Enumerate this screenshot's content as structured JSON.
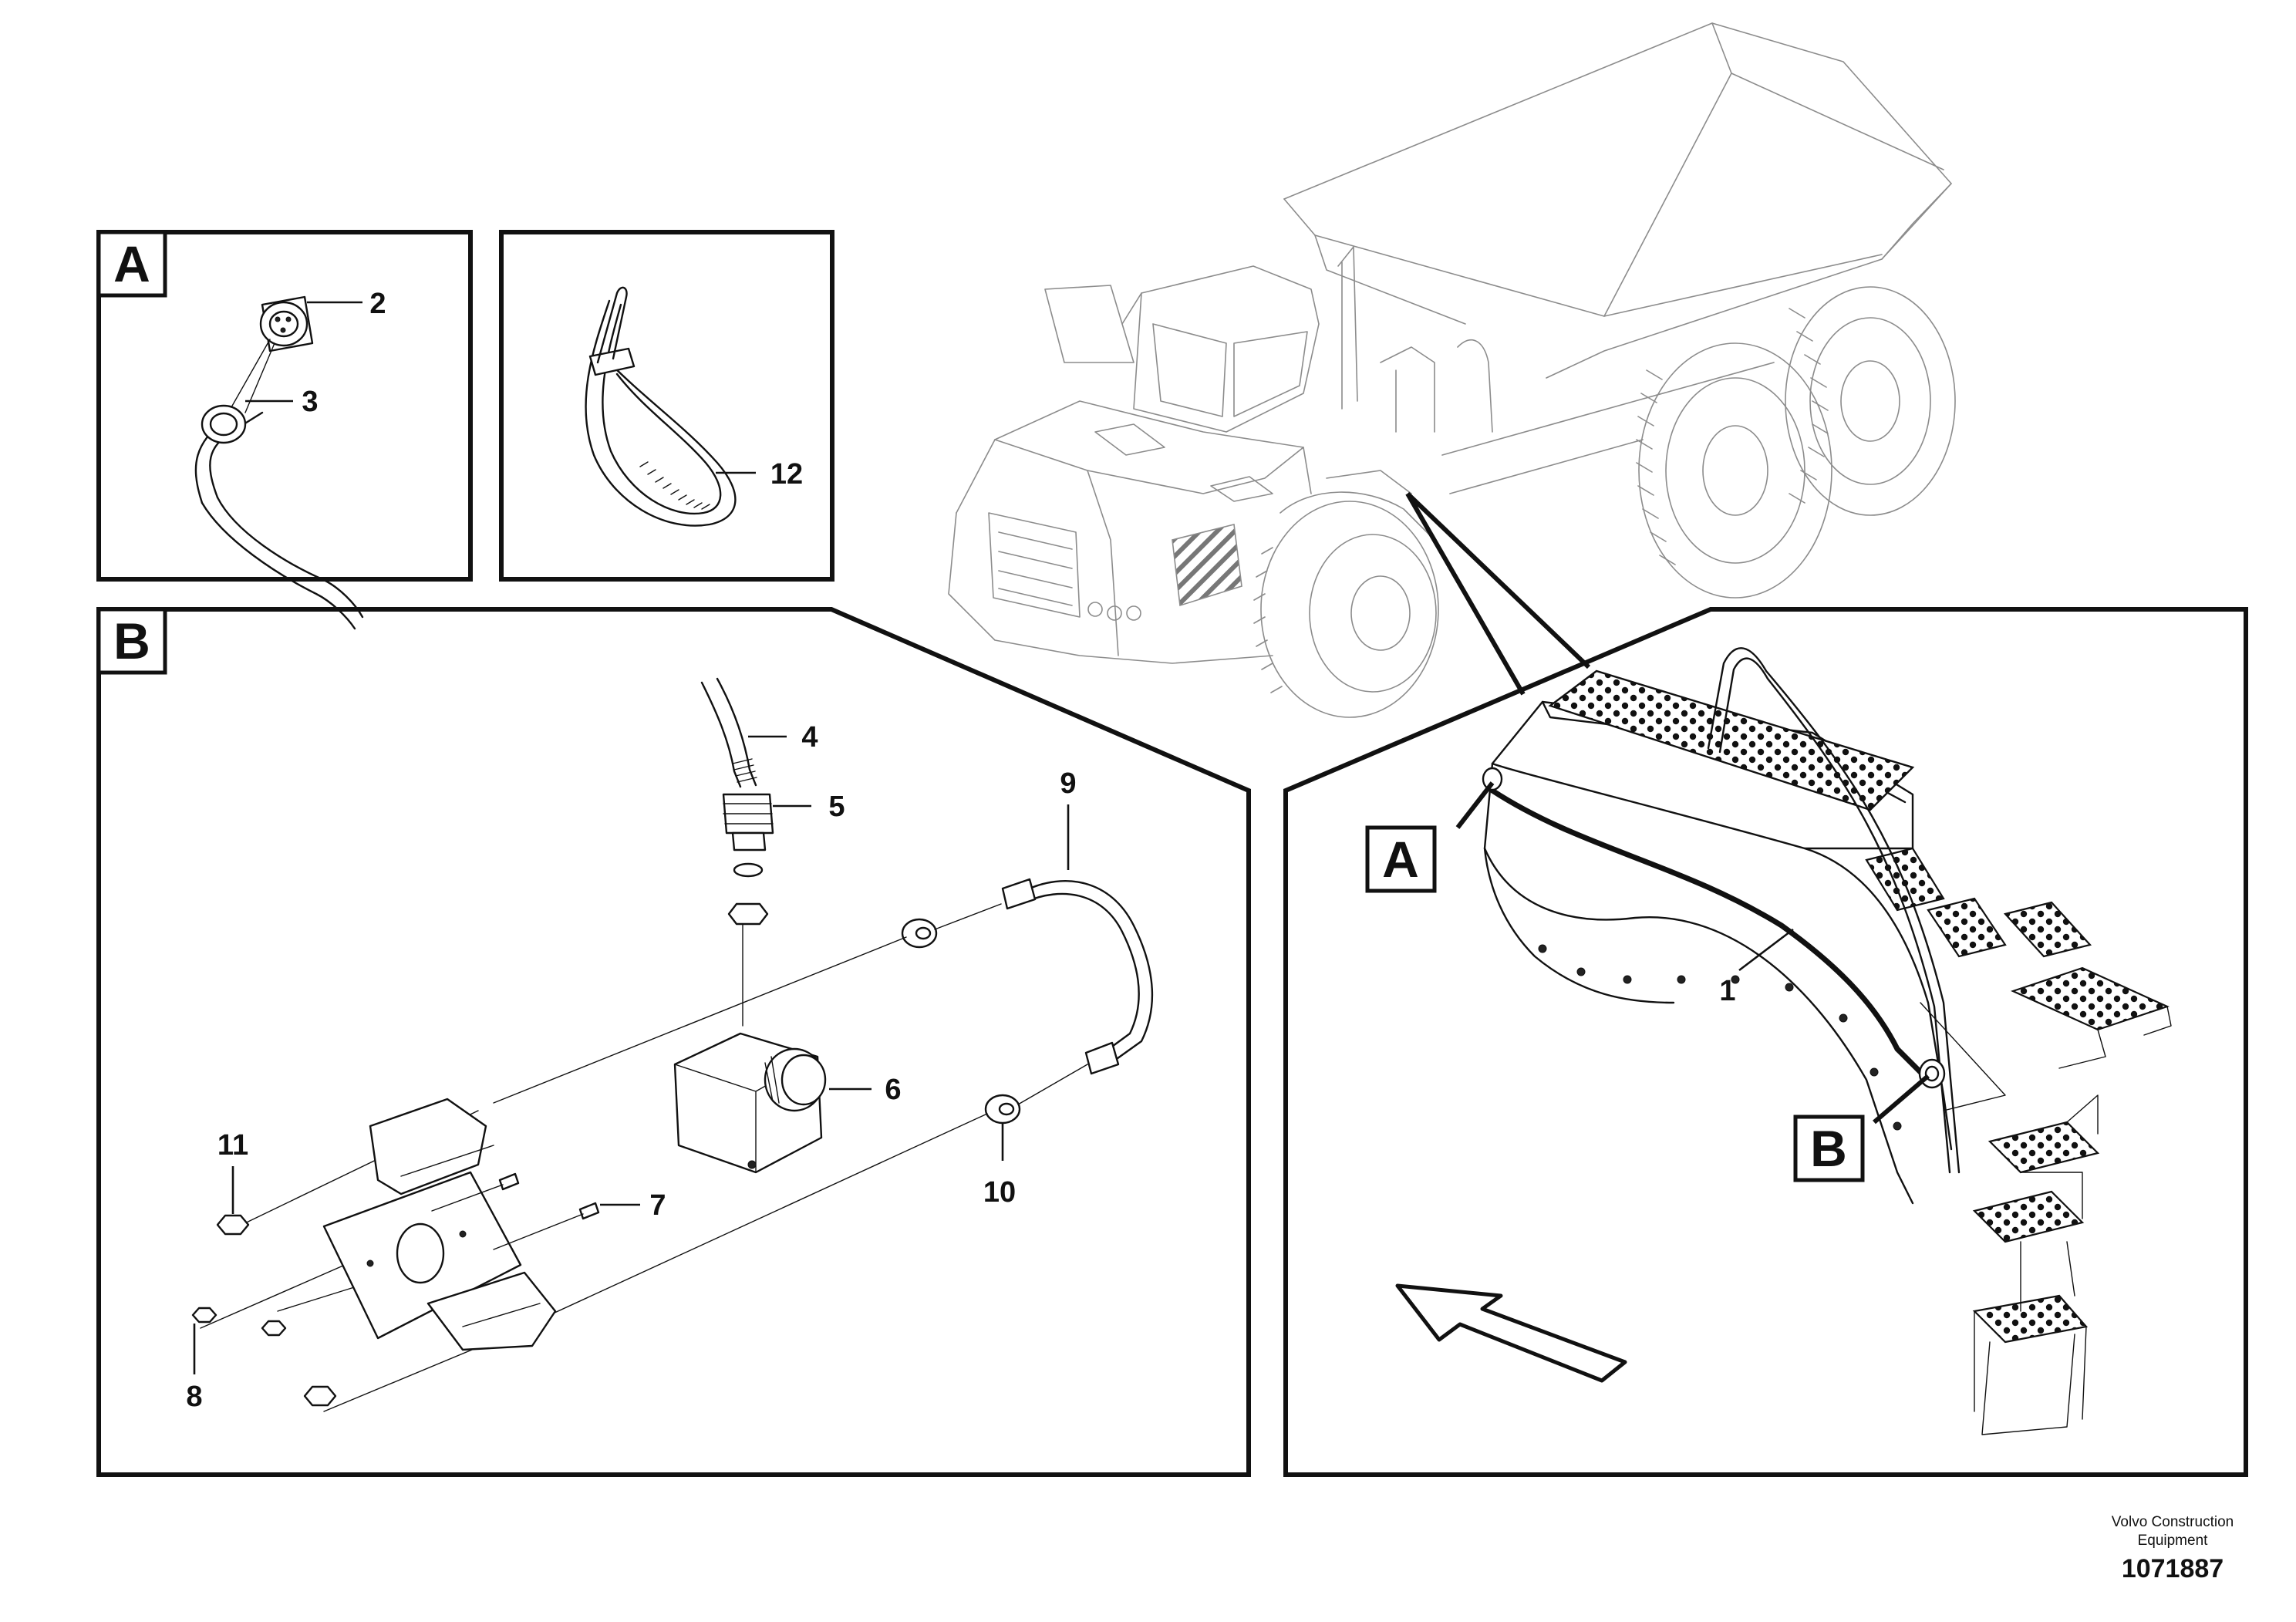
{
  "detail_labels": {
    "a": "A",
    "b": "B"
  },
  "callouts": {
    "p1": "1",
    "p2": "2",
    "p3": "3",
    "p4": "4",
    "p5": "5",
    "p6": "6",
    "p7": "7",
    "p8": "8",
    "p9": "9",
    "p10": "10",
    "p11": "11",
    "p12": "12"
  },
  "footer": {
    "company_line1": "Volvo Construction",
    "company_line2": "Equipment",
    "drawing_number": "1071887"
  }
}
